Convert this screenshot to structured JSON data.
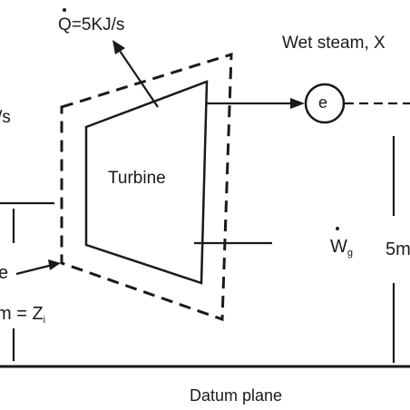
{
  "labels": {
    "heat_rate": "Q=5KJ/s",
    "outlet_state": "Wet steam, X",
    "inlet_flow_fragment": "/s",
    "turbine": "Turbine",
    "exit_point": "e",
    "work_symbol": "W",
    "work_subscript": "g",
    "height": "5m",
    "inlet_fragment": "e",
    "inlet_height_prefix": "m = Z",
    "inlet_height_subscript": "i",
    "datum": "Datum plane"
  },
  "colors": {
    "ink": "#1a1a1a",
    "background": "#ffffff"
  }
}
